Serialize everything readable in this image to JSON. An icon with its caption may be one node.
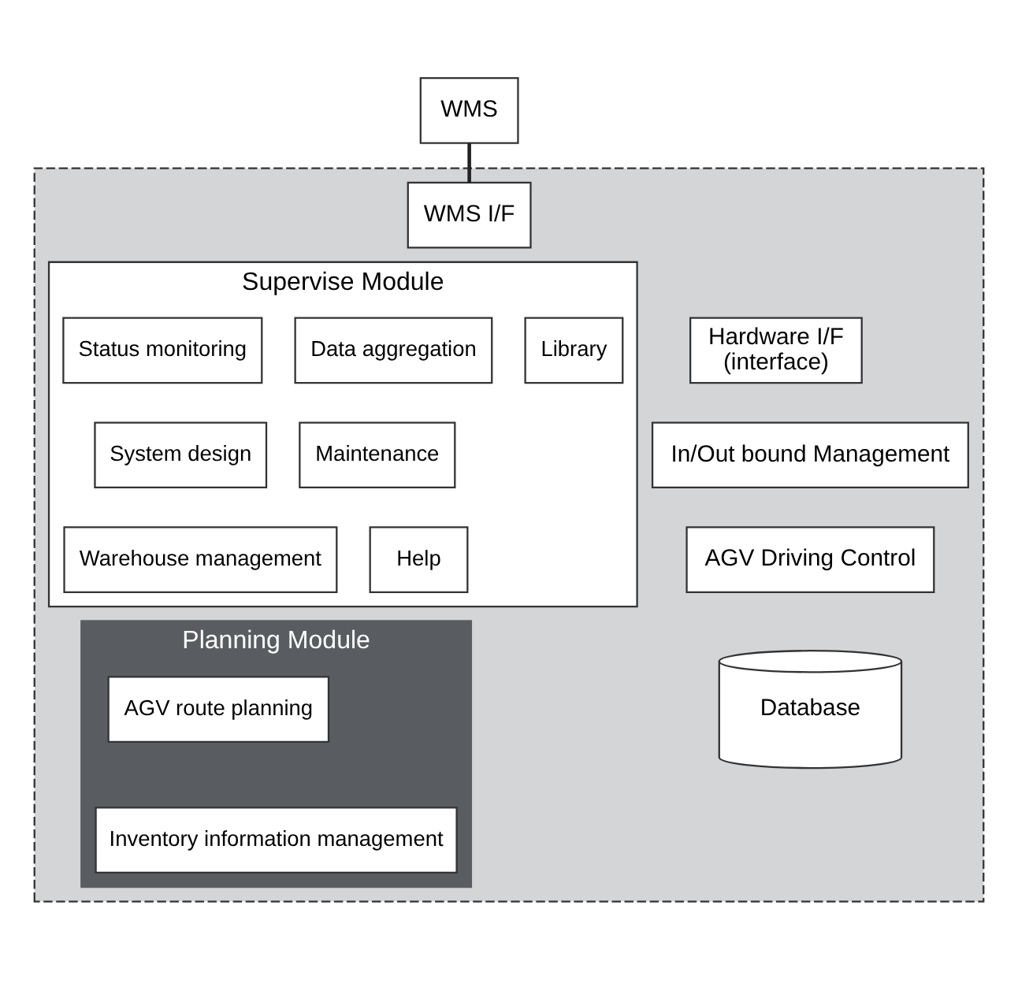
{
  "diagram": {
    "nodes": [
      {
        "text": [
          "WMS"
        ]
      },
      {
        "text": [],
        "shape": "box"
      },
      {
        "text": [
          "WMS I/F"
        ],
        "in": 1
      },
      {
        "text": [
          "Supervise Module"
        ],
        "in": 1
      },
      {
        "text": [
          "Status monitoring"
        ],
        "in": 3
      },
      {
        "text": [
          "Data aggregation"
        ],
        "in": 3
      },
      {
        "text": [
          "Library"
        ],
        "in": 3
      },
      {
        "text": [
          "System design"
        ],
        "in": 3
      },
      {
        "text": [
          "Maintenance"
        ],
        "in": 3
      },
      {
        "text": [
          "Warehouse management"
        ],
        "in": 3
      },
      {
        "text": [
          "Help"
        ],
        "in": 3
      },
      {
        "text": [
          "Planning Module"
        ],
        "in": 1
      },
      {
        "text": [
          "AGV route planning"
        ],
        "in": 11
      },
      {
        "text": [
          "Inventory information management"
        ],
        "in": 11
      },
      {
        "text": [
          "Hardware I/F",
          "(interface)"
        ],
        "in": 1
      },
      {
        "text": [
          "In/Out bound Management"
        ],
        "in": 1
      },
      {
        "text": [
          "AGV Driving Control"
        ],
        "in": 1
      },
      {
        "text": [
          "Database"
        ],
        "in": 1
      }
    ],
    "edges": [
      {
        "from": 0,
        "to": 2,
        "arrow": "none"
      }
    ]
  }
}
